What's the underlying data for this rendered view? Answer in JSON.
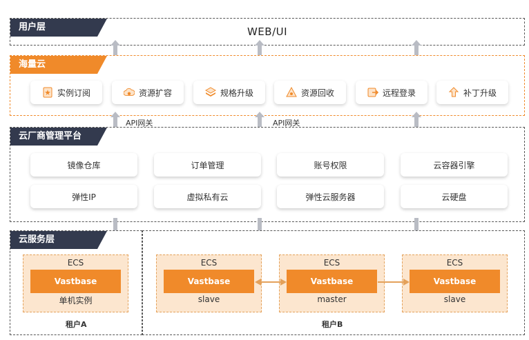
{
  "layers": {
    "user": {
      "tag": "用户层",
      "content": "WEB/UI"
    },
    "cloud": {
      "tag": "海量云",
      "items": [
        {
          "label": "实例订阅",
          "icon": "subscription-icon"
        },
        {
          "label": "资源扩容",
          "icon": "cloud-expand-icon"
        },
        {
          "label": "规格升级",
          "icon": "spec-upgrade-icon"
        },
        {
          "label": "资源回收",
          "icon": "recycle-icon"
        },
        {
          "label": "远程登录",
          "icon": "remote-login-icon"
        },
        {
          "label": "补丁升级",
          "icon": "patch-upgrade-icon"
        }
      ]
    },
    "api_gateway": [
      "API网关",
      "API网关"
    ],
    "platform": {
      "tag": "云厂商管理平台",
      "row1": [
        "镜像仓库",
        "订单管理",
        "账号权限",
        "云容器引擎"
      ],
      "row2": [
        "弹性IP",
        "虚拟私有云",
        "弹性云服务器",
        "云硬盘"
      ]
    },
    "service": {
      "tag": "云服务层",
      "tenant_a": {
        "label": "租户A",
        "box": {
          "title": "ECS",
          "engine": "Vastbase",
          "role": "单机实例"
        }
      },
      "tenant_b": {
        "label": "租户B",
        "boxes": [
          {
            "title": "ECS",
            "engine": "Vastbase",
            "role": "slave"
          },
          {
            "title": "ECS",
            "engine": "Vastbase",
            "role": "master"
          },
          {
            "title": "ECS",
            "engine": "Vastbase",
            "role": "slave"
          }
        ]
      }
    }
  },
  "colors": {
    "accent": "#f08a2a",
    "dark_tag": "#333a4e",
    "ecs_fill": "#fce6cf",
    "arrow": "#b9bcc4"
  }
}
